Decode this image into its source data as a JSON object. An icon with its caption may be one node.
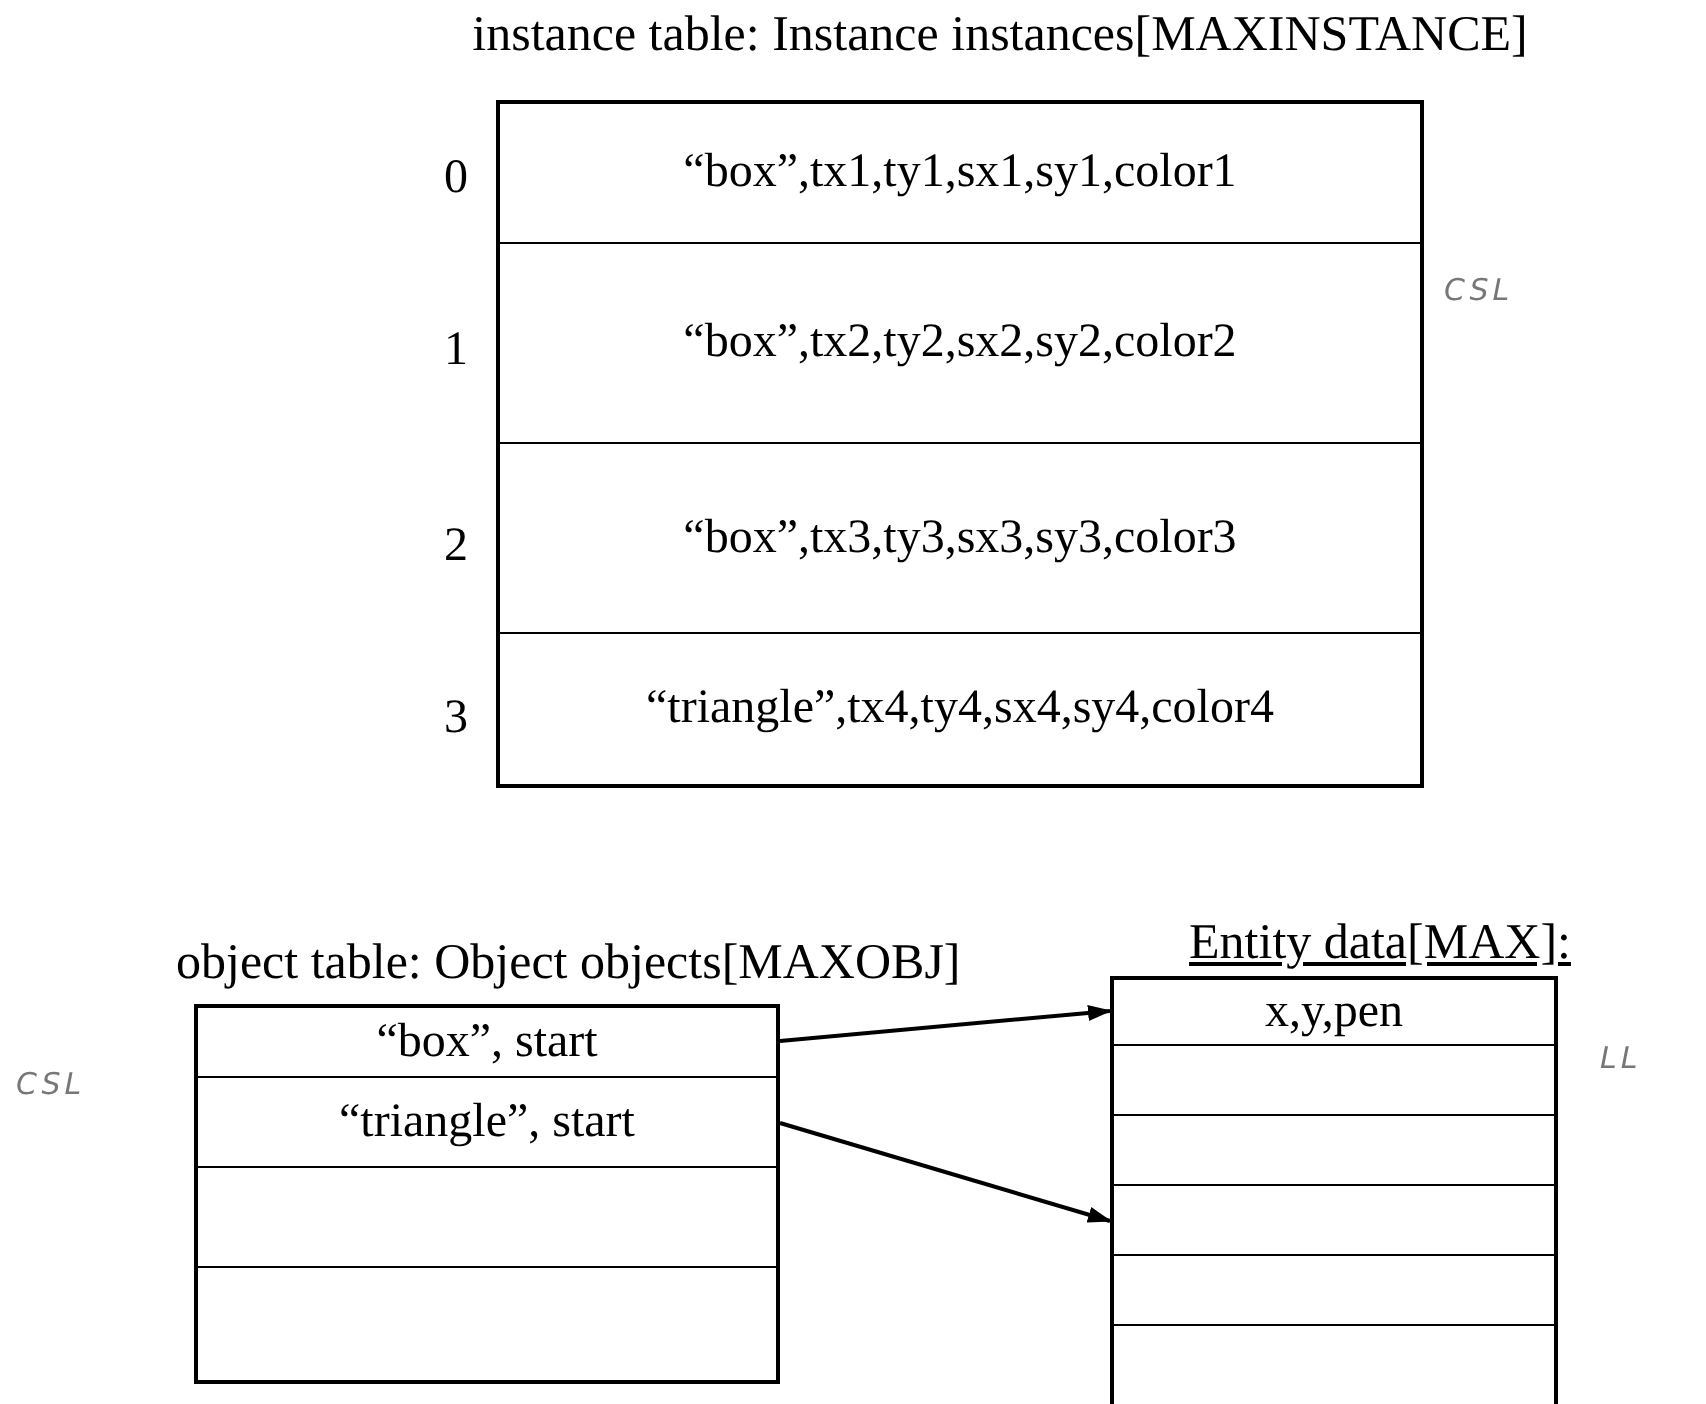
{
  "diagram": {
    "nodes": [
      {
        "text": [
          "instance table: Instance instances[MAXINSTANCE]"
        ]
      },
      {
        "text": [
          "“box”,tx1,ty1,sx1,sy1,color1"
        ],
        "in": 0,
        "beside": [
          "0"
        ]
      },
      {
        "text": [
          "“box”,tx2,ty2,sx2,sy2,color2"
        ],
        "in": 0,
        "beside": [
          "1"
        ]
      },
      {
        "text": [
          "“box”,tx3,ty3,sx3,sy3,color3"
        ],
        "in": 0,
        "beside": [
          "2"
        ]
      },
      {
        "text": [
          "“triangle”,tx4,ty4,sx4,sy4,color4"
        ],
        "in": 0,
        "beside": [
          "3"
        ]
      },
      {
        "text": [
          "object table: Object objects[MAXOBJ]"
        ]
      },
      {
        "text": [
          "“box”, start"
        ],
        "in": 5
      },
      {
        "text": [
          "“triangle”, start"
        ],
        "in": 5
      },
      {
        "text": [],
        "shape": "box",
        "in": 5
      },
      {
        "text": [],
        "shape": "box",
        "in": 5
      },
      {
        "text": [
          "Entity data[MAX]:"
        ]
      },
      {
        "text": [
          "x,y,pen"
        ],
        "in": 10
      },
      {
        "text": [],
        "shape": "box",
        "in": 10
      },
      {
        "text": [],
        "shape": "box",
        "in": 10
      },
      {
        "text": [],
        "shape": "box",
        "in": 10
      },
      {
        "text": [],
        "shape": "box",
        "in": 10
      },
      {
        "text": [],
        "shape": "box",
        "in": 10
      }
    ],
    "edges": [
      {
        "from": 6,
        "to": 11,
        "arrow": "to"
      },
      {
        "from": 7,
        "to": 14,
        "arrow": "to"
      }
    ],
    "labels": [
      "CSL",
      "CSL",
      "LL"
    ]
  }
}
